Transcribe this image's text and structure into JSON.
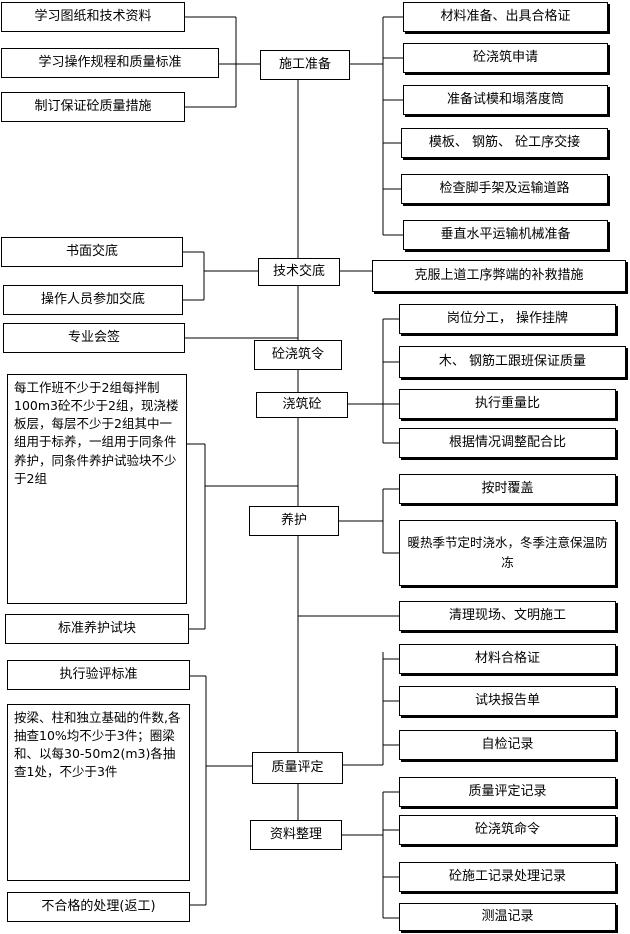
{
  "center": {
    "prep": "施工准备",
    "briefing": "技术交底",
    "pour_order": "砼浇筑令",
    "pour": "浇筑砼",
    "curing": "养护",
    "quality": "质量评定",
    "records": "资料整理"
  },
  "left": {
    "study_drawings": "学习图纸和技术资料",
    "study_rules": "学习操作规程和质量标准",
    "quality_measures": "制订保证砼质量措施",
    "written_briefing": "书面交底",
    "operators_join": "操作人员参加交底",
    "professional_sign": "专业会签",
    "specimen_rule": "每工作班不少于2组每拌制100m3砼不少于2组，现浇楼板层，每层不少于2组其中一组用于标养，一组用于同条件养护，同条件养护试验块不少于2组",
    "std_cure_specimen": "标准养护试块",
    "inspection_standard": "执行验评标准",
    "sampling_rule": "按梁、柱和独立基础的件数,各抽查10%均不少于3件；圈梁和、以每30-50m2(m3)各抽查1处，不少于3件",
    "nonconforming": "不合格的处理(返工)"
  },
  "right": {
    "materials_cert": "材料准备、出具合格证",
    "pour_apply": "砼浇筑申请",
    "slump_mold": "准备试模和塌落度筒",
    "handover": "模板、 钢筋、 砼工序交接",
    "scaffold": "检查脚手架及运输道路",
    "machinery": "垂直水平运输机械准备",
    "remedial": "克服上道工序弊端的补救措施",
    "posts": "岗位分工， 操作挂牌",
    "crew_quality": "木、 钢筋工跟班保证质量",
    "weighing": "执行重量比",
    "adjust_mix": "根据情况调整配合比",
    "cover": "按时覆盖",
    "watering": "暖热季节定时浇水，冬季注意保温防冻",
    "cleanup": "清理现场、文明施工",
    "material_cert2": "材料合格证",
    "test_report": "试块报告单",
    "self_check": "自检记录",
    "quality_record": "质量评定记录",
    "pour_order_rec": "砼浇筑命令",
    "construction_rec": "砼施工记录处理记录",
    "temp_rec": "测温记录"
  }
}
